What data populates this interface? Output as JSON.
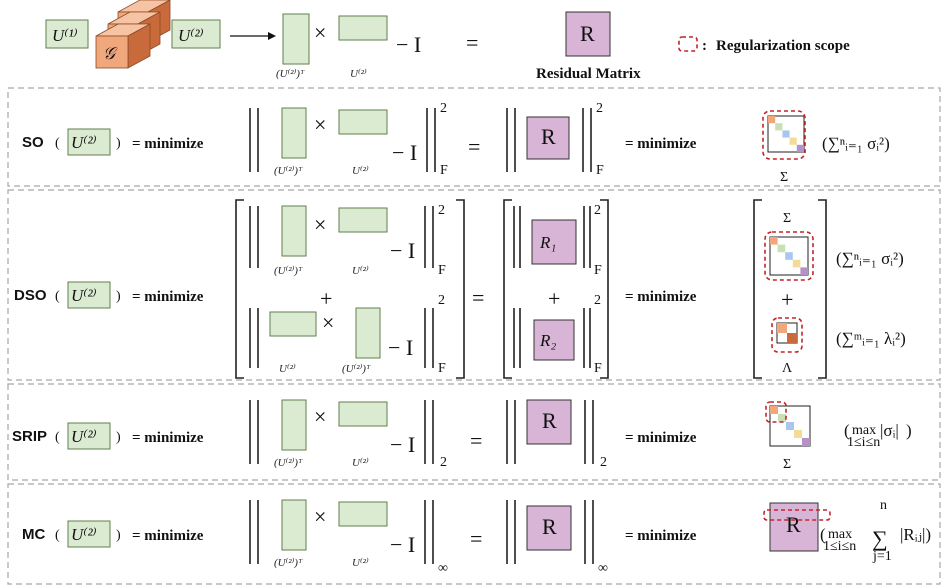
{
  "colors": {
    "green_fill": "#dbebd2",
    "green_stroke": "#5f7f4e",
    "purple_fill": "#d8b4d6",
    "orange_fill": "#f1a77c",
    "orange_dark": "#c96a3c",
    "dash_gray": "#a7a7a7",
    "reg_red": "#c0272d",
    "diag_cells": [
      "#f1a77c",
      "#c8e0b4",
      "#a9c7ee",
      "#f3dc9a",
      "#b690c8"
    ]
  },
  "top": {
    "u1": "U⁽¹⁾",
    "core": "𝒢",
    "u2": "U⁽²⁾",
    "times": "×",
    "minus_i": "− I",
    "equals": "=",
    "r": "R",
    "u2t_caption": "(U⁽²⁾)ᵀ",
    "u2_caption": "U⁽²⁾",
    "residual_label": "Residual Matrix",
    "legend_colon": ":",
    "legend_label": "Regularization scope"
  },
  "rows": {
    "so": {
      "name": "SO",
      "arg_open": "(",
      "arg": "U⁽²⁾",
      "arg_close": ")",
      "eq_min": "= minimize",
      "norm_sup": "2",
      "norm_sub": "F",
      "eq": "=",
      "r": "R",
      "r_sup": "2",
      "r_sub": "F",
      "eq_min2": "= minimize",
      "matrix_label": "Σ",
      "formula": "(∑ⁿᵢ₌₁ σᵢ²)"
    },
    "dso": {
      "name": "DSO",
      "arg_open": "(",
      "arg": "U⁽²⁾",
      "arg_close": ")",
      "eq_min": "= minimize",
      "plus": "+",
      "sup1": "2",
      "sub1": "F",
      "sup2": "2",
      "sub2": "F",
      "eq": "=",
      "r1": "R₁",
      "r2": "R₂",
      "eq_min2": "= minimize",
      "sigma": "Σ",
      "lambda": "Λ",
      "formula1": "(∑ⁿᵢ₌₁ σᵢ²)",
      "formula2": "(∑ᵐᵢ₌₁ λᵢ²)"
    },
    "srip": {
      "name": "SRIP",
      "arg_open": "(",
      "arg": "U⁽²⁾",
      "arg_close": ")",
      "eq_min": "= minimize",
      "norm_sub": "2",
      "eq": "=",
      "r": "R",
      "r_sub": "2",
      "eq_min2": "= minimize",
      "matrix_label": "Σ",
      "formula_max": "max",
      "formula_range": "1≤i≤n",
      "formula_body": "|σᵢ|",
      "formula_open": "(",
      "formula_close": ")"
    },
    "mc": {
      "name": "MC",
      "arg_open": "(",
      "arg": "U⁽²⁾",
      "arg_close": ")",
      "eq_min": "= minimize",
      "norm_sub": "∞",
      "eq": "=",
      "r": "R",
      "r_sub": "∞",
      "eq_min2": "= minimize",
      "formula_max": "max",
      "formula_range": "1≤i≤n",
      "formula_sum": "∑",
      "formula_sum_top": "n",
      "formula_sum_bot": "j=1",
      "formula_body": "|Rᵢⱼ|)",
      "formula_open": "("
    }
  }
}
